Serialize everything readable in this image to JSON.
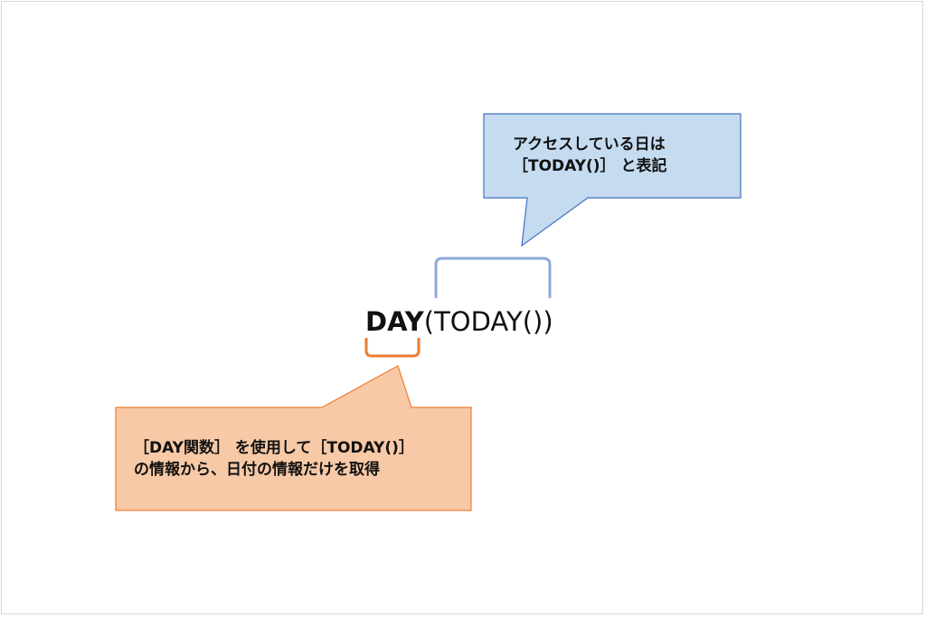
{
  "diagram": {
    "formula": {
      "function_name": "DAY",
      "argument": "(TODAY())"
    },
    "blue_callout": {
      "line1": "アクセスしている日は",
      "line2": "［TODAY()］ と表記",
      "fill": "#c5dbf0",
      "border": "#4472c4",
      "bracket_color": "#8eaadb"
    },
    "orange_callout": {
      "line1": "［DAY関数］ を使用して［TODAY()］",
      "line2": "の情報から、日付の情報だけを取得",
      "fill": "#f8c9a6",
      "border": "#ed7d31",
      "bracket_color": "#ed7d31"
    }
  }
}
